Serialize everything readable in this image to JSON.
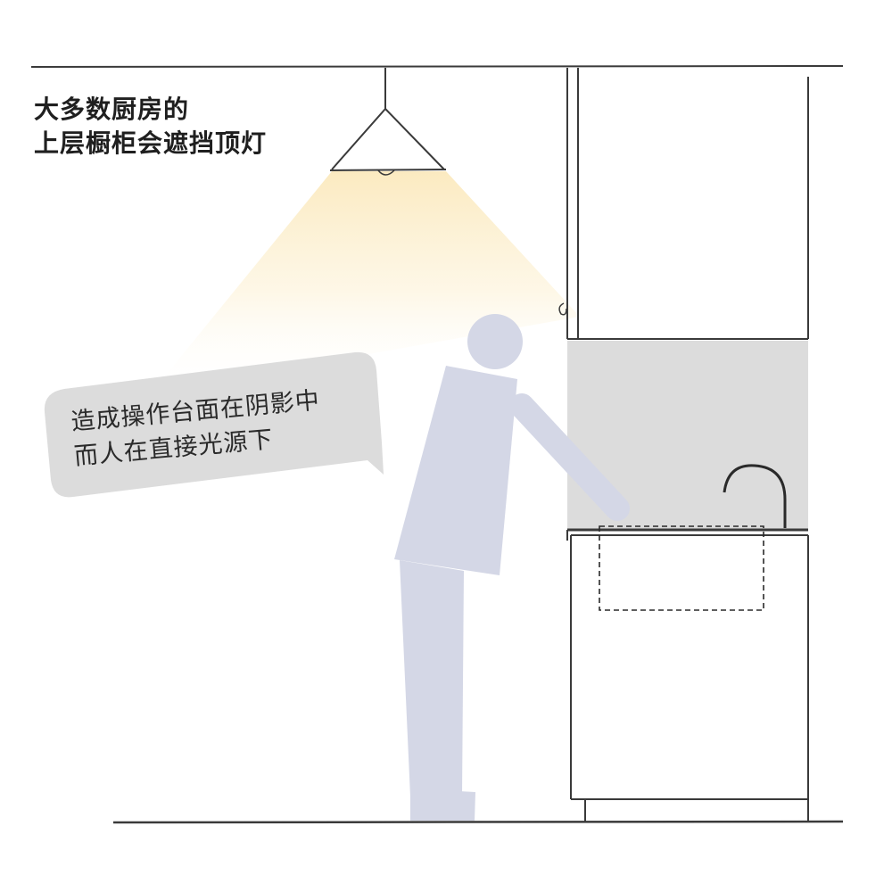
{
  "heading": {
    "line1": "大多数厨房的",
    "line2": "上层橱柜会遮挡顶灯"
  },
  "bubble": {
    "line1": "造成操作台面在阴影中",
    "line2": "而人在直接光源下"
  },
  "colors": {
    "line": "#3a3a3a",
    "light_beam": "#fbf1d6",
    "figure": "#d4d7e6",
    "backsplash": "#dcdcdc",
    "bubble": "#dcdcdc"
  }
}
